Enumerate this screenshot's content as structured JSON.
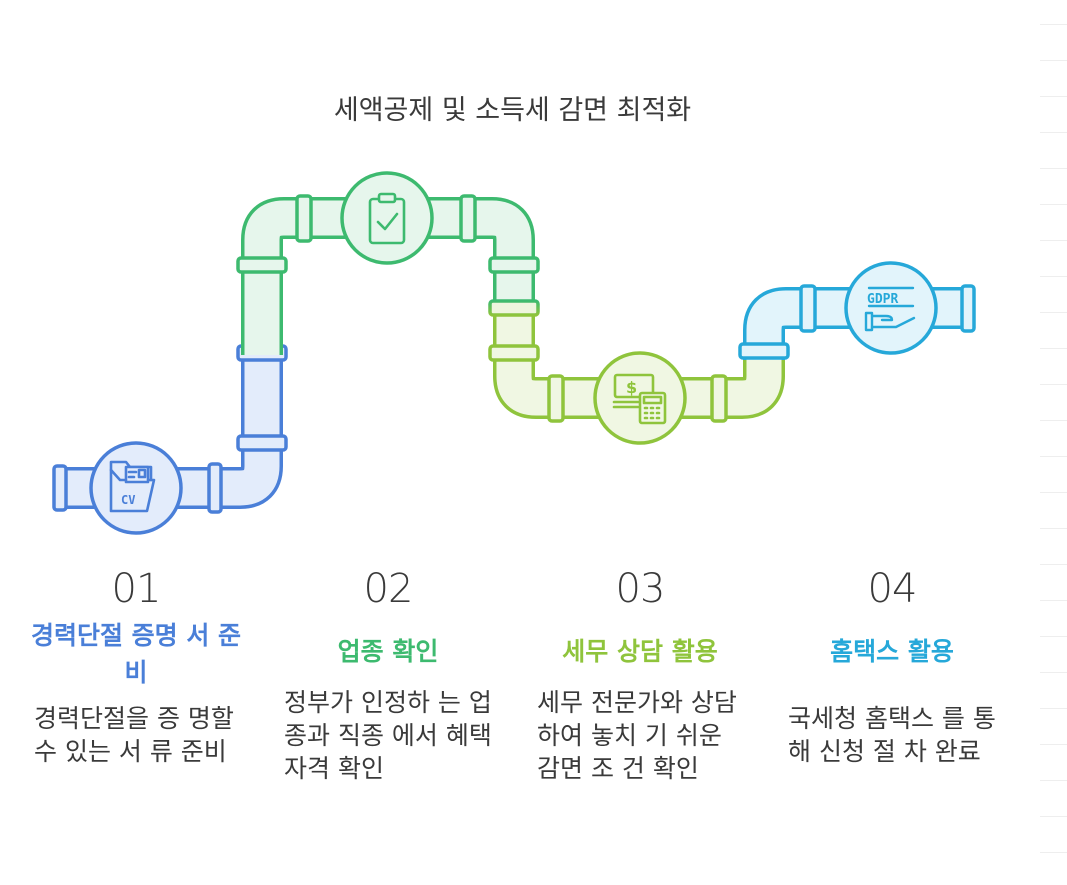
{
  "title": "세액공제 및 소득세 감면 최적화",
  "steps": [
    {
      "number": "01",
      "title": "경력단절 증명 서 준비",
      "description": "경력단절을 증 명할 수 있는 서 류 준비",
      "color": "#4a7fd8",
      "icon": "cv-folder-icon"
    },
    {
      "number": "02",
      "title": "업종 확인",
      "description": "정부가 인정하 는 업종과 직종 에서 혜택 자격 확인",
      "color": "#3dba6f",
      "icon": "clipboard-check-icon"
    },
    {
      "number": "03",
      "title": "세무 상담 활용",
      "description": "세무 전문가와 상담하여 놓치 기 쉬운 감면 조 건 확인",
      "color": "#8fc43c",
      "icon": "money-calculator-icon"
    },
    {
      "number": "04",
      "title": "홈택스 활용",
      "description": "국세청 홈택스 를 통해 신청 절 차 완료",
      "color": "#26a8d9",
      "icon": "gdpr-hand-icon"
    }
  ]
}
